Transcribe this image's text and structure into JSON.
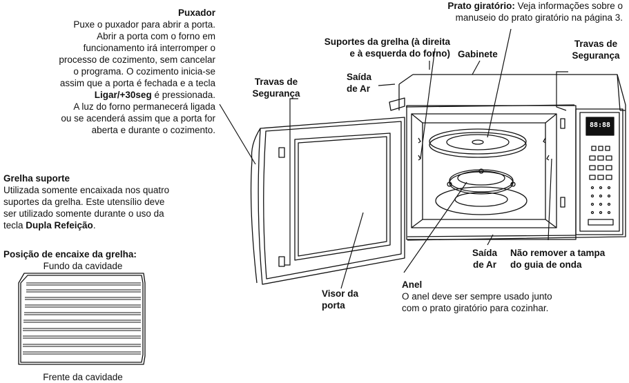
{
  "puxador": {
    "title": "Puxador",
    "lines": [
      "Puxe o puxador para abrir a porta.",
      "Abrir a porta com o forno em",
      "funcionamento irá interromper o",
      "processo de cozimento, sem cancelar",
      "o programa. O cozimento inicia-se",
      "assim que a porta é fechada e a tecla"
    ],
    "line7_bold": "Ligar/+30seg",
    "line7_rest": " é pressionada.",
    "lines_end": [
      "A luz do forno permanecerá ligada",
      "ou se acenderá assim que a porta for",
      "aberta e durante o cozimento."
    ]
  },
  "grelha": {
    "title": "Grelha suporte",
    "lines": [
      "Utilizada somente encaixada nos quatro",
      "suportes da grelha. Este utensílio deve",
      "ser utilizado somente durante o uso da"
    ],
    "line4_pre": "tecla ",
    "line4_bold": "Dupla Refeição",
    "line4_post": "."
  },
  "posicao": {
    "title": "Posição de encaixe da grelha:",
    "top_label": "Fundo da cavidade",
    "bottom_label": "Frente da cavidade"
  },
  "prato": {
    "bold": "Prato giratório:",
    "rest1": " Veja informações sobre o",
    "line2": "manuseio do prato giratório na página 3."
  },
  "labels": {
    "suportes_1": "Suportes da grelha (à direita",
    "suportes_2": "e à esquerda do forno)",
    "gabinete": "Gabinete",
    "travas_r_1": "Travas de",
    "travas_r_2": "Segurança",
    "saida_top_1": "Saída",
    "saida_top_2": "de Ar",
    "travas_l_1": "Travas de",
    "travas_l_2": "Segurança",
    "saida_bot_1": "Saída",
    "saida_bot_2": "de Ar",
    "nao_remover_1": "Não remover a tampa",
    "nao_remover_2": "do guia de onda",
    "visor_1": "Visor da",
    "visor_2": "porta",
    "anel_title": "Anel",
    "anel_1": "O anel deve ser sempre usado junto",
    "anel_2": "com o prato giratório para cozinhar."
  },
  "display": {
    "digits": "88:88"
  }
}
